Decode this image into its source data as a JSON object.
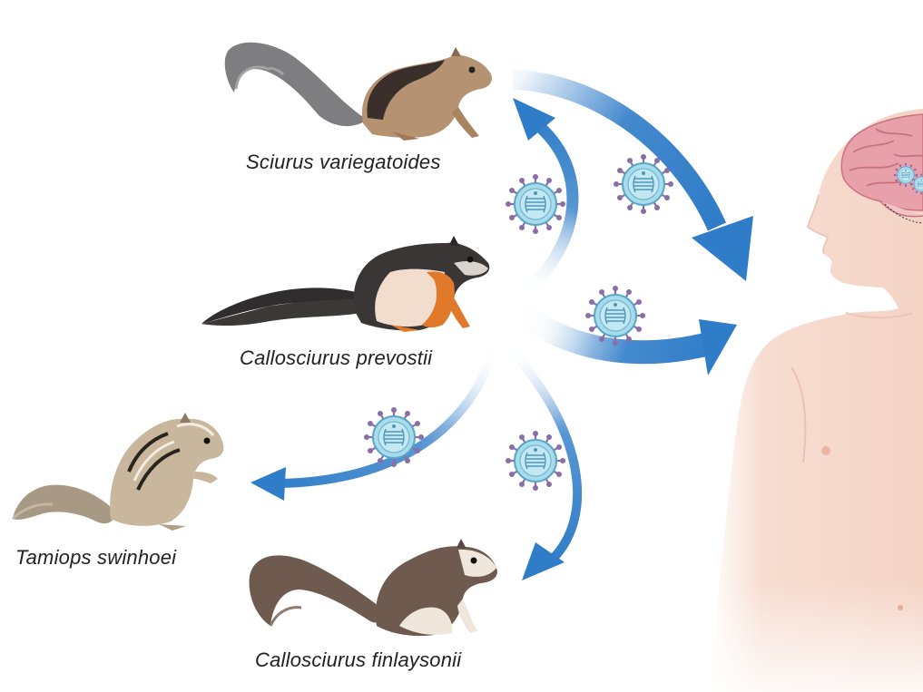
{
  "species": [
    {
      "id": "sciurus",
      "label": "Sciurus variegatoides",
      "icon": "gray-squirrel-icon"
    },
    {
      "id": "prevostii",
      "label": "Callosciurus prevostii",
      "icon": "tricolor-squirrel-icon"
    },
    {
      "id": "tamiops",
      "label": "Tamiops swinhoei",
      "icon": "striped-squirrel-icon"
    },
    {
      "id": "finlaysonii",
      "label": "Callosciurus finlaysonii",
      "icon": "brown-squirrel-icon"
    }
  ],
  "human": {
    "icon": "human-bust-with-brain-icon"
  },
  "virus": {
    "icon": "virus-particle-icon"
  },
  "colors": {
    "arrow": "#2f7cc8",
    "skin": "#f6d9cc",
    "brain": "#e8a0aa",
    "virus_body": "#a9dcea",
    "virus_spike": "#8a6ea8"
  }
}
